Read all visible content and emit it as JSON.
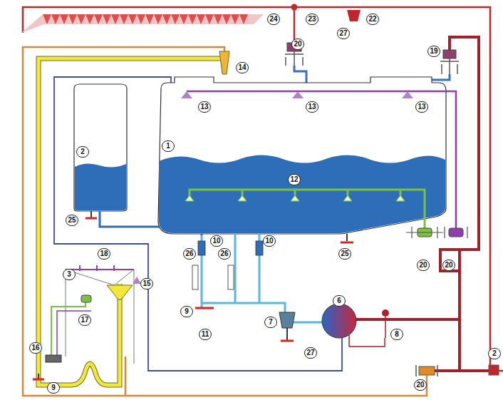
{
  "diagram": {
    "labels": [
      "24",
      "23",
      "22",
      "27",
      "20",
      "19",
      "14",
      "2",
      "13",
      "13",
      "13",
      "1",
      "12",
      "25",
      "10",
      "10",
      "26",
      "26",
      "25",
      "20",
      "20",
      "9",
      "11",
      "7",
      "6",
      "8",
      "27",
      "18",
      "3",
      "15",
      "17",
      "16",
      "9",
      "20",
      "2"
    ]
  }
}
